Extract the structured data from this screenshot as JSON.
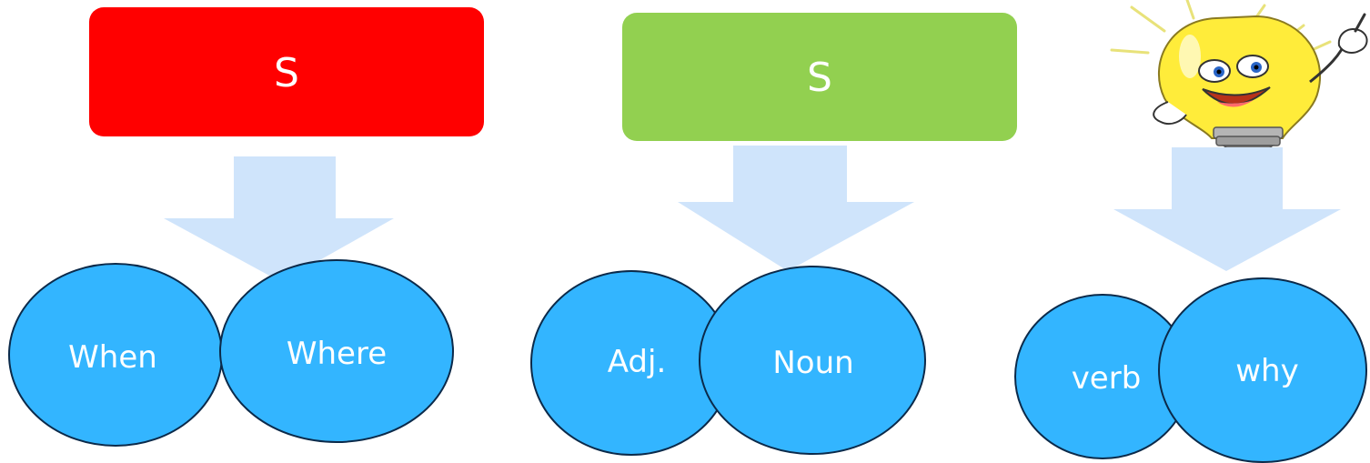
{
  "columns": [
    {
      "box": {
        "label": "S",
        "color": "#ff0000"
      },
      "circles": [
        {
          "label": "When"
        },
        {
          "label": "Where"
        }
      ]
    },
    {
      "box": {
        "label": "S",
        "color": "#92d050"
      },
      "circles": [
        {
          "label": "Adj."
        },
        {
          "label": "Noun"
        }
      ]
    },
    {
      "image": {
        "icon": "lightbulb-mascot-icon"
      },
      "circles": [
        {
          "label": "verb"
        },
        {
          "label": "why"
        }
      ]
    }
  ],
  "colors": {
    "arrow": "#cfe4fb",
    "circle_fill": "#33b5ff",
    "circle_stroke": "#0b2a4a"
  }
}
